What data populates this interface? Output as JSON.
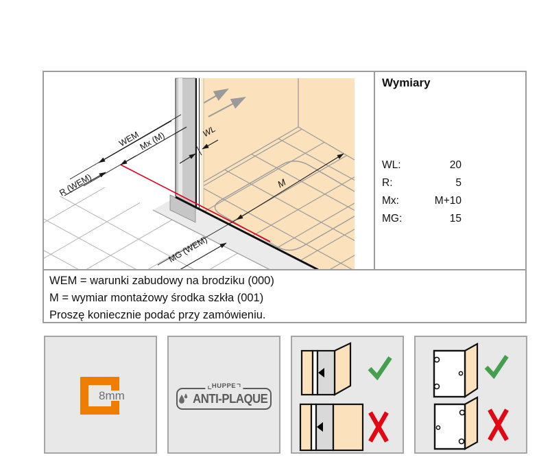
{
  "main_panel": {
    "dim_labels": {
      "wem": "WEM",
      "mx": "Mx (M)",
      "r": "R (WEM)",
      "wl": "WL",
      "m": "M",
      "mg": "MG (WEM)"
    },
    "wymiary": {
      "title": "Wymiary",
      "rows": [
        {
          "label": "WL:",
          "value": "20"
        },
        {
          "label": "R:",
          "value": "5"
        },
        {
          "label": "Mx:",
          "value": "M+10"
        },
        {
          "label": "MG:",
          "value": "15"
        }
      ]
    },
    "notes": [
      "WEM = warunki zabudowy na brodziku (000)",
      "M = wymiar montażowy środka szkła (001)",
      "Proszę koniecznie podać przy zamówieniu."
    ]
  },
  "badges": {
    "glass_thickness_label": "8mm",
    "brand": "HUPPE",
    "coating": "ANTI-PLAQUE"
  },
  "colors": {
    "beige": "#fbe2bd",
    "orange": "#ef7d00",
    "red_line": "#e2001a",
    "check_green": "#44a04c",
    "cross_red": "#e30613",
    "panel_border": "#9c9c9c"
  }
}
